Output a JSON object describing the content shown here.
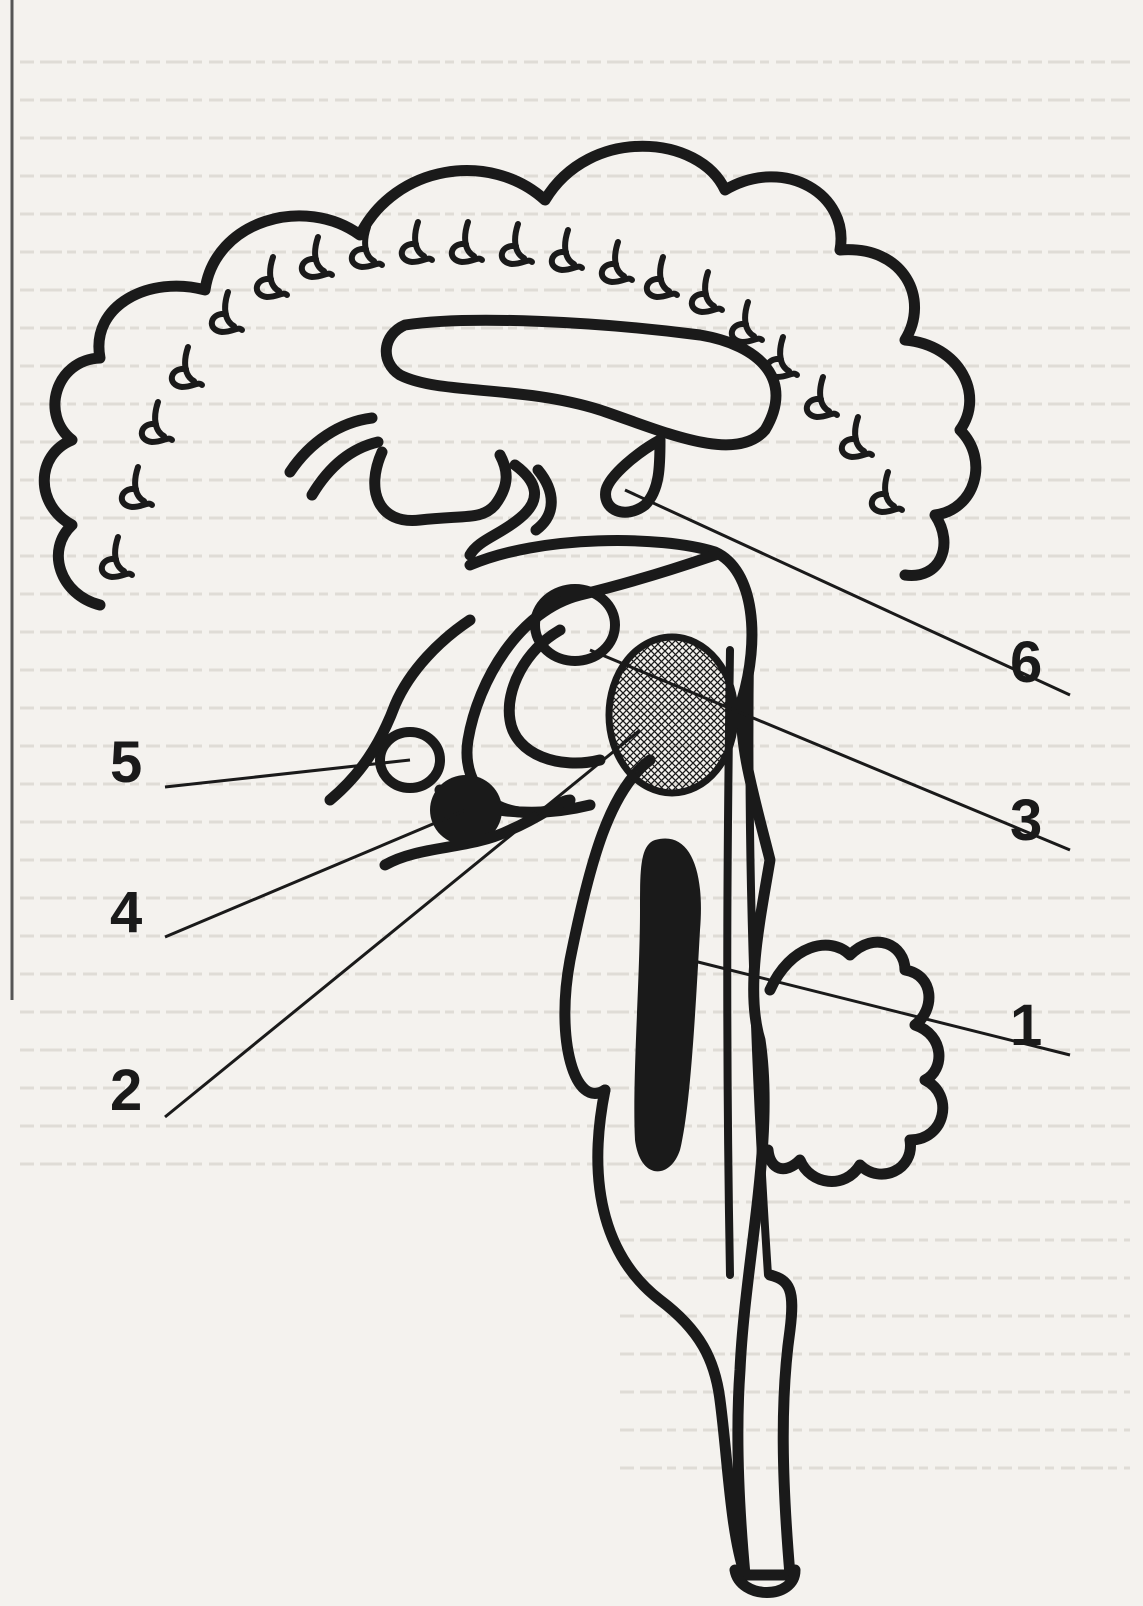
{
  "labels": [
    {
      "id": "1",
      "text": "1"
    },
    {
      "id": "2",
      "text": "2"
    },
    {
      "id": "3",
      "text": "3"
    },
    {
      "id": "4",
      "text": "4"
    },
    {
      "id": "5",
      "text": "5"
    },
    {
      "id": "6",
      "text": "6"
    }
  ],
  "colors": {
    "ink": "#1a1a1a",
    "paper": "#f4f2ee"
  }
}
